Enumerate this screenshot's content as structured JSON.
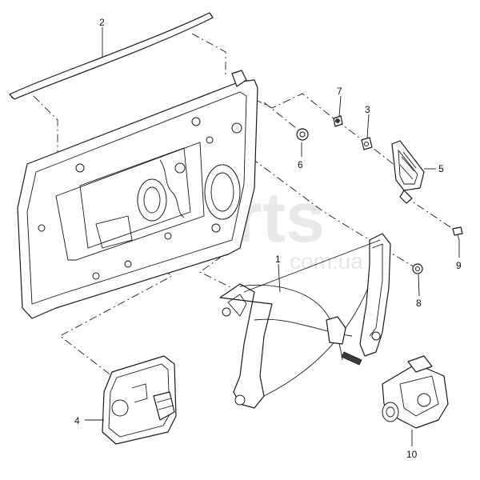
{
  "watermark": {
    "brand": "Xparts",
    "domain": "com.ua"
  },
  "callouts": {
    "p1": "1",
    "p2": "2",
    "p3": "3",
    "p4": "4",
    "p5": "5",
    "p6": "6",
    "p7": "7",
    "p8": "8",
    "p9": "9",
    "p10": "10"
  },
  "colors": {
    "line": "#1a1a1a",
    "background": "#ffffff",
    "watermark": "#e9e9e9"
  }
}
